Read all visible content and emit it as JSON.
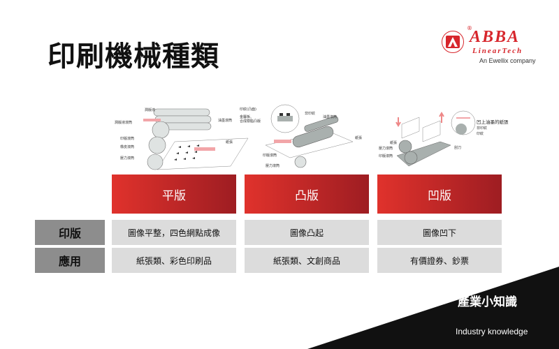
{
  "title": "印刷機械種類",
  "logo": {
    "brand": "ABBA",
    "tagline": "LinearTech",
    "reg": "®",
    "sub": "An Ewellix company"
  },
  "diagrams": {
    "flat": [
      "潤版液",
      "潤版液滾筒",
      "油墨滾筒",
      "印版滾筒",
      "橡皮滾筒",
      "壓力滾筒",
      "紙張"
    ],
    "relief": [
      "印紋(凸面)",
      "非印紋",
      "金屬板、",
      "合成樹脂凸版",
      "油墨滾筒",
      "紙張",
      "印版滾筒",
      "壓力滾筒"
    ],
    "intaglio": [
      "紙張",
      "壓力滾筒",
      "印版滾筒",
      "凹上油墨的紙張",
      "非印紋",
      "印紋",
      "刮刀"
    ]
  },
  "table": {
    "headers": [
      "平版",
      "凸版",
      "凹版"
    ],
    "rows": [
      {
        "label": "印版",
        "cells": [
          "圖像平整，四色網點成像",
          "圖像凸起",
          "圖像凹下"
        ]
      },
      {
        "label": "應用",
        "cells": [
          "紙張類、彩色印刷品",
          "紙張類、文創商品",
          "有價證券、鈔票"
        ]
      }
    ]
  },
  "footer": {
    "zh": "產業小知識",
    "en": "Industry knowledge"
  },
  "colors": {
    "accent": "#d7262c",
    "header_dark": "#9e1d22"
  }
}
